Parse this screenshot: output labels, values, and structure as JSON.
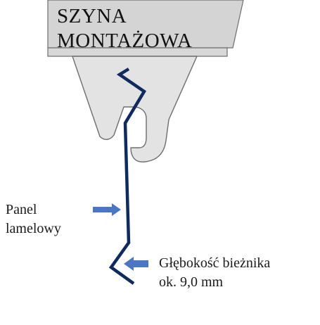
{
  "rail": {
    "line1": "SZYNA",
    "line2": "MONTAŻOWA"
  },
  "panel_label": {
    "line1": "Panel",
    "line2": "lamelowy"
  },
  "depth_label": {
    "line1": "Głębokość bieżnika",
    "line2": "ok. 9,0 mm"
  },
  "colors": {
    "rail_fill": "#d4d4d4",
    "clip_fill": "#e3e3e3",
    "outline": "#6e6e6e",
    "panel_line": "#0f2a5c",
    "arrow": "#4a76c4"
  }
}
